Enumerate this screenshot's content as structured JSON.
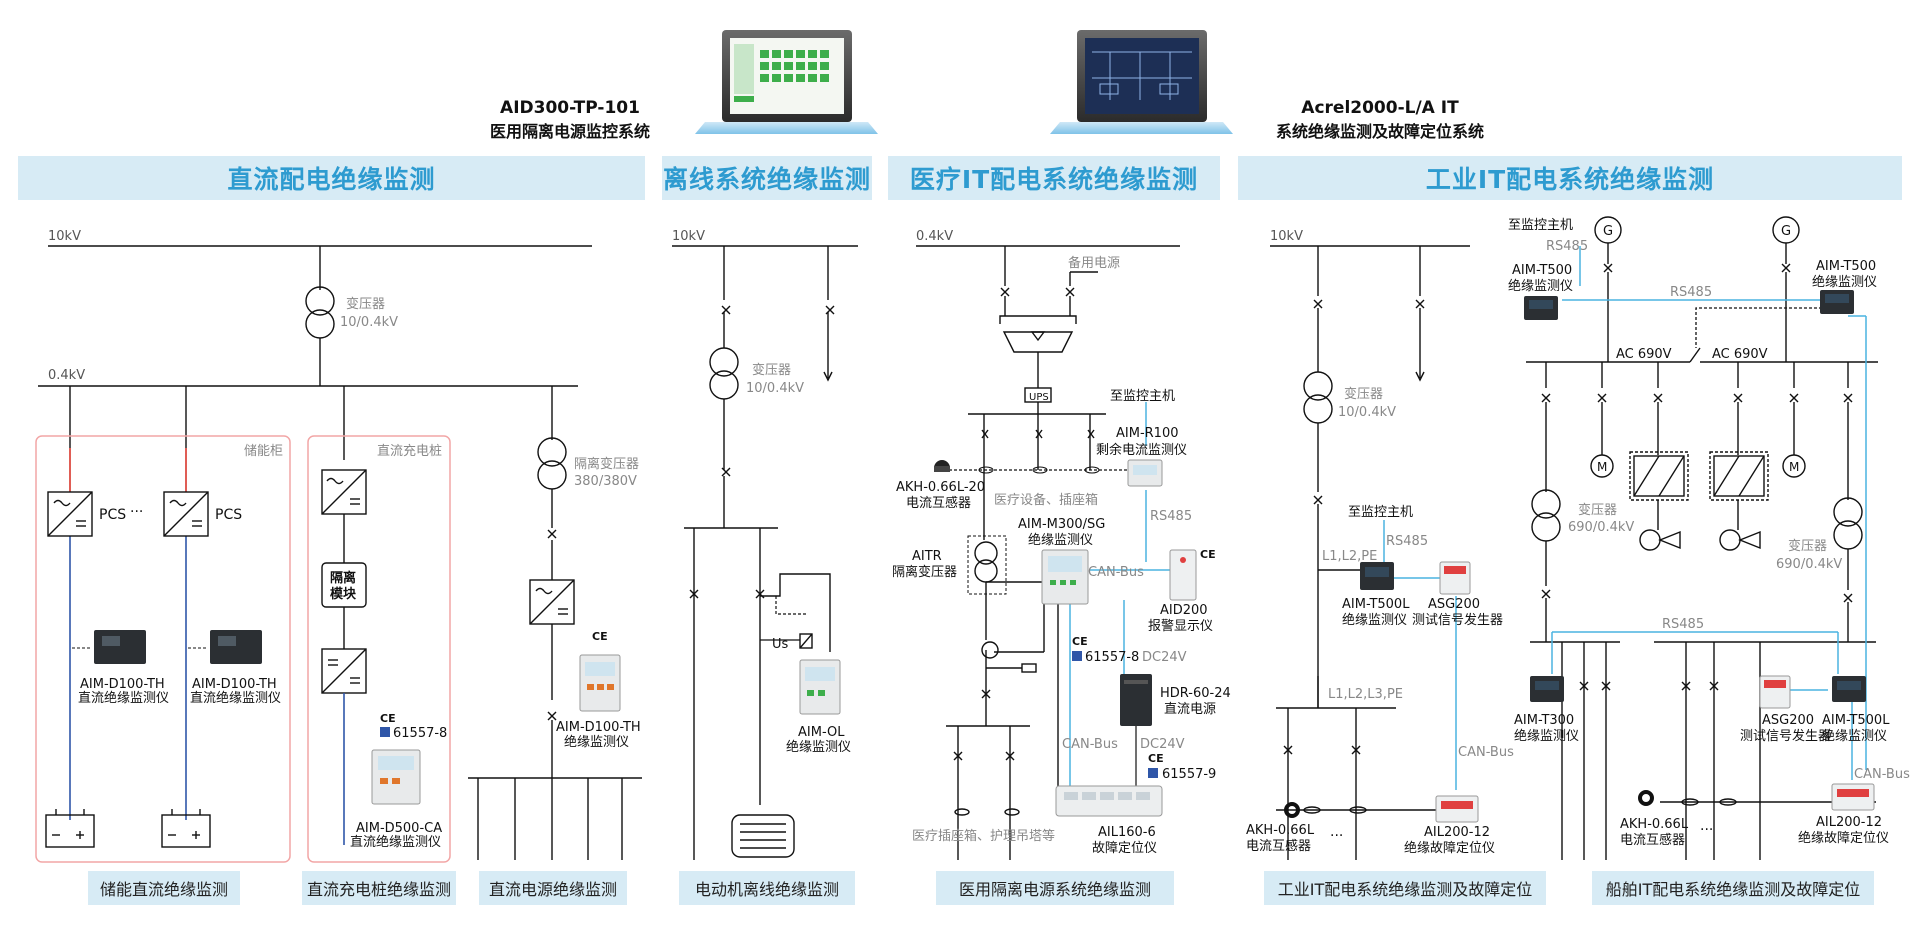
{
  "monitors": {
    "left": {
      "model": "AID300-TP-101",
      "name": "医用隔离电源监控系统"
    },
    "right": {
      "model": "Acrel2000-L/A IT",
      "name": "系统绝缘监测及故障定位系统"
    }
  },
  "sections": {
    "dc": "直流配电绝缘监测",
    "offline": "离线系统绝缘监测",
    "medical": "医疗IT配电系统绝缘监测",
    "industrial": "工业IT配电系统绝缘监测"
  },
  "captions": {
    "storage": "储能直流绝缘监测",
    "charger": "直流充电桩绝缘监测",
    "dc_power": "直流电源绝缘监测",
    "motor": "电动机离线绝缘监测",
    "medical": "医用隔离电源系统绝缘监测",
    "industrial": "工业IT配电系统绝缘监测及故障定位",
    "ship": "船舶IT配电系统绝缘监测及故障定位"
  },
  "dc_diagram": {
    "v_hv": "10kV",
    "v_lv": "0.4kV",
    "transformer": "变压器",
    "transformer_ratio": "10/0.4kV",
    "storage_cabinet": "储能柜",
    "charger_pile": "直流充电桩",
    "pcs_a": "PCS",
    "ellipsis": "···",
    "pcs_b": "PCS",
    "device_a_model": "AIM-D100-TH",
    "device_a_name": "直流绝缘监测仪",
    "device_b_model": "AIM-D100-TH",
    "device_b_name": "直流绝缘监测仪",
    "isolation_module_1": "隔离",
    "isolation_module_2": "模块",
    "ce": "CE",
    "std_d500": "61557-8",
    "device_c_model": "AIM-D500-CA",
    "device_c_name": "直流绝缘监测仪",
    "iso_transformer": "隔离变压器",
    "iso_ratio": "380/380V",
    "device_d_model": "AIM-D100-TH",
    "device_d_name": "绝缘监测仪"
  },
  "offline_diagram": {
    "voltage": "10kV",
    "transformer": "变压器",
    "ratio": "10/0.4kV",
    "us": "Us",
    "device_model": "AIM-OL",
    "device_name": "绝缘监测仪"
  },
  "medical_diagram": {
    "voltage": "0.4kV",
    "backup_power": "备用电源",
    "ups": "UPS",
    "to_host": "至监控主机",
    "r100_model": "AIM-R100",
    "r100_name": "剩余电流监测仪",
    "akh_model": "AKH-0.66L-20",
    "akh_name": "电流互感器",
    "equipment": "医疗设备、插座箱",
    "rs485": "RS485",
    "m300_model": "AIM-M300/SG",
    "m300_name": "绝缘监测仪",
    "aitr_model": "AITR",
    "aitr_name": "隔离变压器",
    "canbus_1": "CAN-Bus",
    "aid200_model": "AID200",
    "aid200_name": "报警显示仪",
    "std_m300": "61557-8",
    "dc24v_1": "DC24V",
    "hdr_model": "HDR-60-24",
    "hdr_name": "直流电源",
    "canbus_2": "CAN-Bus",
    "dc24v_2": "DC24V",
    "std_ail160": "61557-9",
    "ail160_model": "AIL160-6",
    "ail160_name": "故障定位仪",
    "outlets": "医疗插座箱、护理吊塔等"
  },
  "industrial_diagram": {
    "voltage": "10kV",
    "transformer": "变压器",
    "ratio": "10/0.4kV",
    "to_host": "至监控主机",
    "rs485": "RS485",
    "lines_a": "L1,L2,PE",
    "t500l_model": "AIM-T500L",
    "t500l_name": "绝缘监测仪",
    "asg200_model": "ASG200",
    "asg200_name": "测试信号发生器",
    "lines_b": "L1,L2,L3,PE",
    "canbus": "CAN-Bus",
    "akh_model": "AKH-0.66L",
    "akh_name": "电流互感器",
    "ellipsis": "···",
    "ail200_model": "AIL200-12",
    "ail200_name": "绝缘故障定位仪"
  },
  "ship_diagram": {
    "to_host": "至监控主机",
    "rs485_top": "RS485",
    "g_left": "G",
    "g_right": "G",
    "t500_left_model": "AIM-T500",
    "t500_left_name": "绝缘监测仪",
    "rs485_mid": "RS485",
    "t500_right_model": "AIM-T500",
    "t500_right_name": "绝缘监测仪",
    "ac_left": "AC 690V",
    "ac_right": "AC 690V",
    "motor_1": "M",
    "motor_2": "M",
    "transformer_left": "变压器",
    "ratio_left": "690/0.4kV",
    "transformer_right": "变压器",
    "ratio_right": "690/0.4kV",
    "rs485_bottom": "RS485",
    "t300_model": "AIM-T300",
    "t300_name": "绝缘监测仪",
    "asg200_model": "ASG200",
    "asg200_name": "测试信号发生器",
    "t500l_model": "AIM-T500L",
    "t500l_name": "绝缘监测仪",
    "canbus": "CAN-Bus",
    "akh_model": "AKH-0.66L",
    "akh_name": "电流互感器",
    "ellipsis": "···",
    "ail200_model": "AIL200-12",
    "ail200_name": "绝缘故障定位仪"
  },
  "colors": {
    "band": "#d7ebf5",
    "band_text": "#2e9bd0",
    "comm_line": "#4ab3e0",
    "dc_positive": "#d9352b",
    "dc_negative": "#2f56a8",
    "cabinet_border": "#f2a6a6"
  }
}
